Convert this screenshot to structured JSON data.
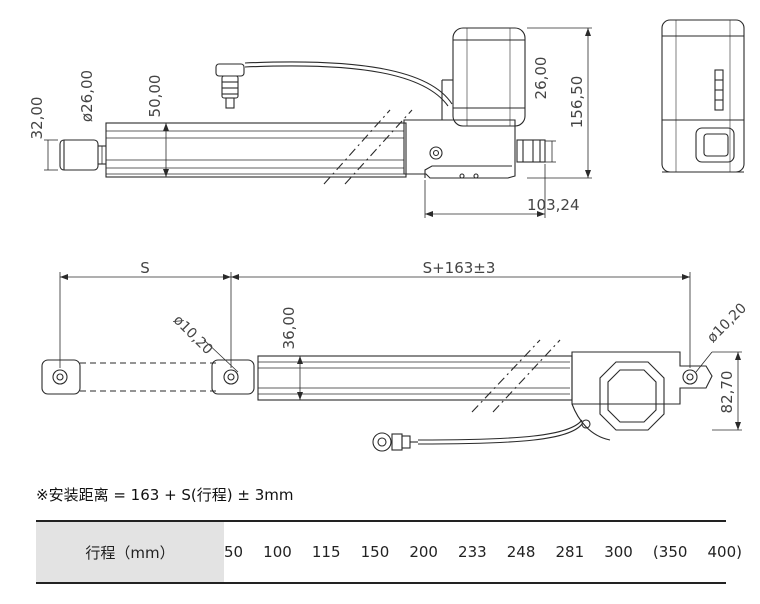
{
  "dims": {
    "d32": "32,00",
    "phi26": "ø26,00",
    "d50": "50,00",
    "d26": "26,00",
    "d156": "156,50",
    "d103": "103,24",
    "s": "S",
    "s163": "S+163±3",
    "phi10_left": "ø10,20",
    "d36": "36,00",
    "phi10_right": "ø10,20",
    "d82": "82,70"
  },
  "formula": "※安装距离 = 163 + S(行程) ± 3mm",
  "stroke_table": {
    "header": "行程（mm）",
    "values": [
      "50",
      "100",
      "115",
      "150",
      "200",
      "233",
      "248",
      "281",
      "300",
      "(350",
      "400)"
    ]
  }
}
